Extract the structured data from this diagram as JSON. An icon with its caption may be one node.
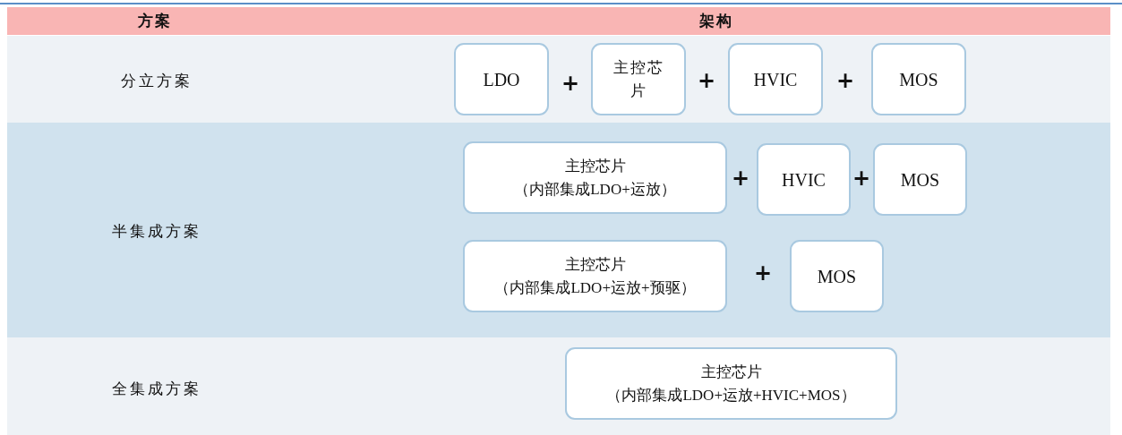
{
  "diagram": {
    "nodes": [
      {
        "text": [
          "LDO"
        ]
      },
      {
        "text": [
          "主控芯片"
        ]
      },
      {
        "text": [
          "HVIC"
        ]
      },
      {
        "text": [
          "MOS"
        ]
      },
      {
        "text": [
          "主控芯片",
          "（内部集成LDO+运放）"
        ]
      },
      {
        "text": [
          "HVIC"
        ]
      },
      {
        "text": [
          "MOS"
        ]
      },
      {
        "text": [
          "主控芯片",
          "（内部集成LDO+运放+预驱）"
        ]
      },
      {
        "text": [
          "MOS"
        ]
      },
      {
        "text": [
          "主控芯片",
          "（内部集成LDO+运放+HVIC+MOS）"
        ]
      }
    ],
    "edges": [],
    "labels": [
      "方案",
      "架构",
      "分立方案",
      "+",
      "+",
      "+",
      "半集成方案",
      "+",
      "+",
      "+",
      "全集成方案"
    ]
  }
}
